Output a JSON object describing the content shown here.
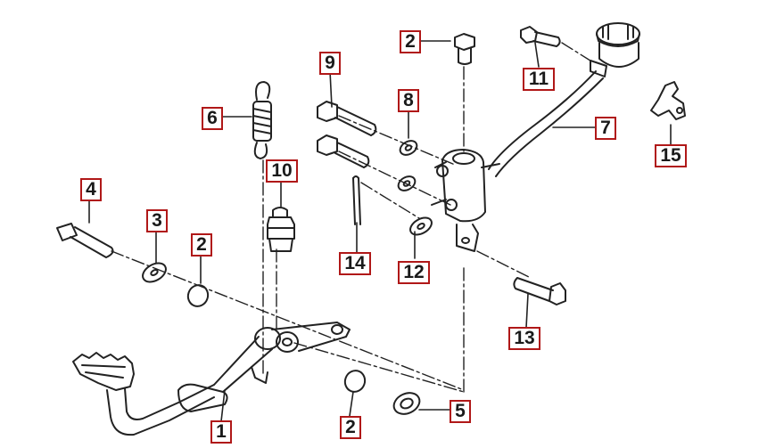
{
  "callouts": {
    "c1": "1",
    "c2a": "2",
    "c2b": "2",
    "c2c": "2",
    "c3": "3",
    "c4": "4",
    "c5": "5",
    "c6": "6",
    "c7": "7",
    "c8": "8",
    "c9": "9",
    "c10": "10",
    "c11": "11",
    "c12": "12",
    "c13": "13",
    "c14": "14",
    "c15": "15"
  },
  "colors": {
    "callout_border": "#b01818",
    "line_art": "#222222",
    "background": "#ffffff"
  }
}
